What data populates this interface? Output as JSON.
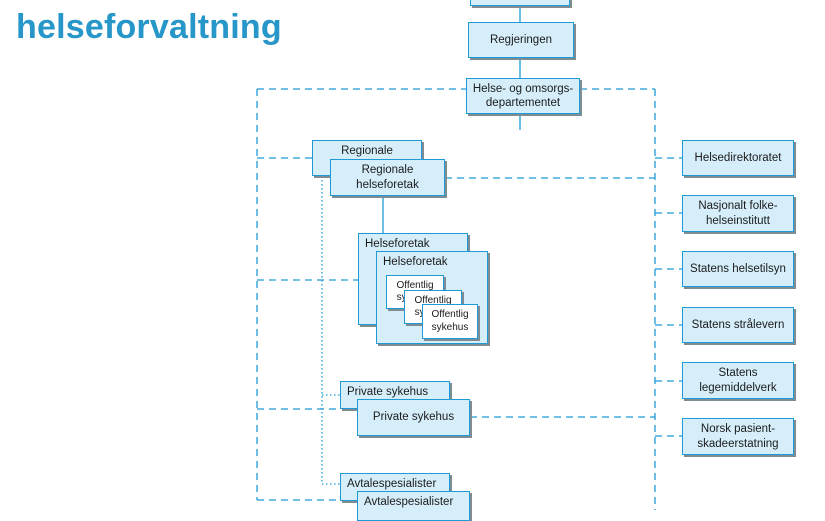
{
  "title": "helseforvaltning",
  "org_chart": {
    "top_cut": "",
    "government": "Regjeringen",
    "ministry": "Helse- og omsorgs-\ndepartementet",
    "regional_back": "Regionale",
    "regional_front": "Regionale\nhelseforetak",
    "hf_back": "Helseforetak",
    "hf_front": "Helseforetak",
    "hospital_1": "Offentlig\nsykehus",
    "hospital_2": "Offentlig\nsykehus",
    "hospital_3": "Offentlig\nsykehus",
    "private_back": "Private sykehus",
    "private_front": "Private sykehus",
    "specialists_back": "Avtalespesialister",
    "specialists_front": "Avtalespesialister",
    "agencies": [
      "Helsedirektoratet",
      "Nasjonalt folke-\nhelseinstitutt",
      "Statens helsetilsyn",
      "Statens strålevern",
      "Statens\nlegemiddelverk",
      "Norsk pasient-\nskadeerstatning"
    ]
  },
  "colors": {
    "title": "#2796c8",
    "box_fill": "#d5eefa",
    "box_border": "#1e9bd7",
    "line": "#1e9bd7"
  }
}
